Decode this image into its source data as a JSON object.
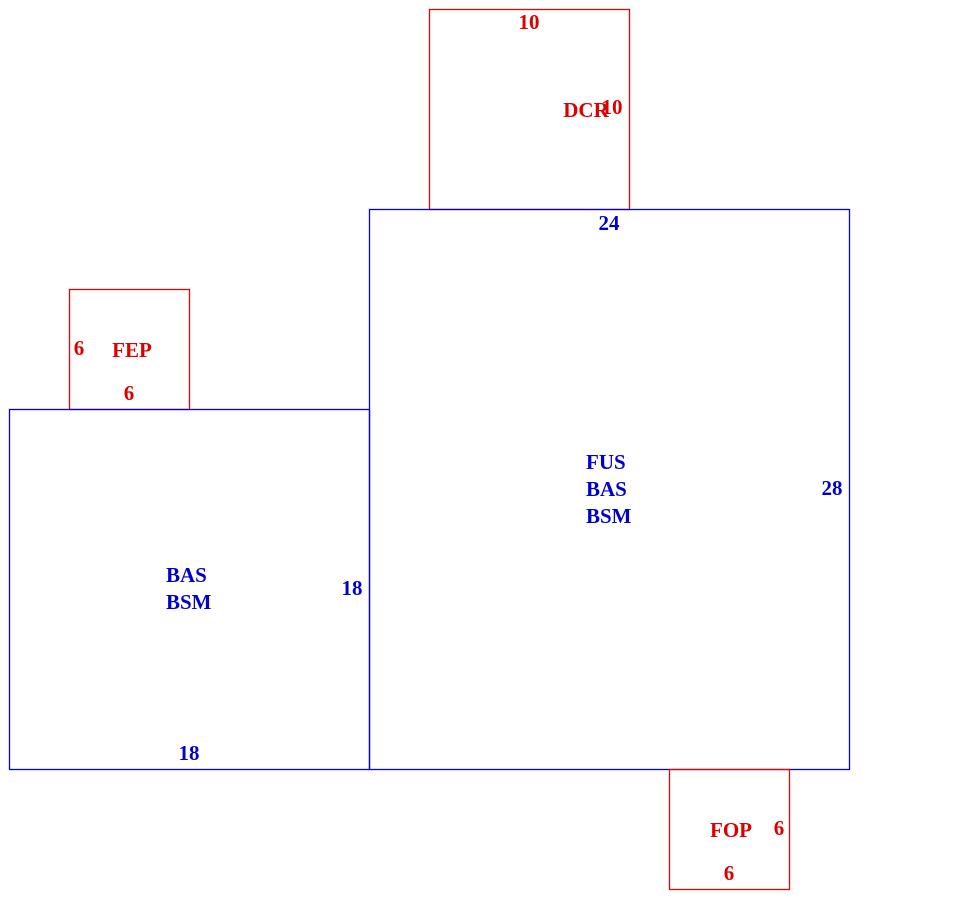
{
  "colors": {
    "main_structure": "#0000ee",
    "attached_areas": "#ee0000"
  },
  "areas": {
    "dcr": {
      "code": "DCR",
      "dim_top": "10",
      "dim_side": "10"
    },
    "fep": {
      "code": "FEP",
      "dim_side": "6",
      "dim_bottom": "6"
    },
    "main_left": {
      "code_line_1": "BAS",
      "code_line_2": "BSM",
      "dim_right": "18",
      "dim_bottom": "18"
    },
    "main_right": {
      "code_line_1": "FUS",
      "code_line_2": "BAS",
      "code_line_3": "BSM",
      "dim_top": "24",
      "dim_right": "28"
    },
    "fop": {
      "code": "FOP",
      "dim_side": "6",
      "dim_bottom": "6"
    }
  }
}
